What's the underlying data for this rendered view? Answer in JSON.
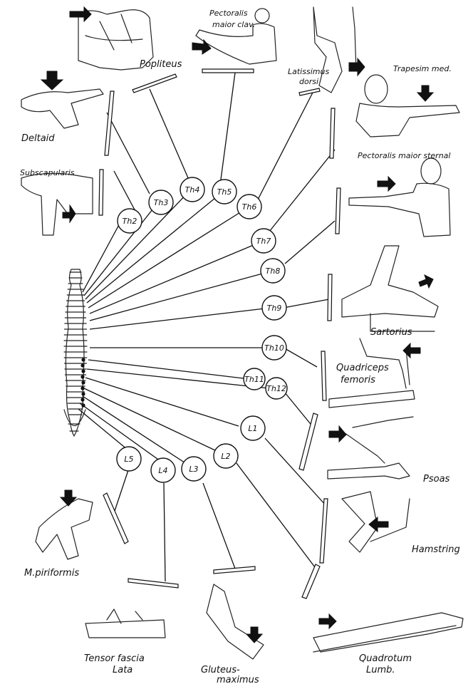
{
  "segments": {
    "th2": "Th2",
    "th3": "Th3",
    "th4": "Th4",
    "th5": "Th5",
    "th6": "Th6",
    "th7": "Th7",
    "th8": "Th8",
    "th9": "Th9",
    "th10": "Th10",
    "th11": "Th11",
    "th12": "Th12",
    "l1": "L1",
    "l2": "L2",
    "l3": "L3",
    "l4": "L4",
    "l5": "L5"
  },
  "muscles": {
    "popliteus": "Popliteus",
    "pectoralis_clav_1": "Pectoralis",
    "pectoralis_clav_2": "maior clav.",
    "latissimus_1": "Latissimus",
    "latissimus_2": "dorsi",
    "trapezius": "Trapesim med.",
    "deltoid": "Deltaid",
    "subscapularis": "Subscapularis",
    "pectoralis_sternal": "Pectoralis maior sternal",
    "sartorius": "Sartorius",
    "quadriceps_1": "Quadriceps",
    "quadriceps_2": "femoris",
    "psoas": "Psoas",
    "hamstring": "Hamstring",
    "piriformis": "M.piriformis",
    "tensor_1": "Tensor fascia",
    "tensor_2": "Lata",
    "gluteus_1": "Gluteus-",
    "gluteus_2": "maximus",
    "quadratum_1": "Quadrotum",
    "quadratum_2": "Lumb."
  },
  "icons": {
    "pressure_arrow": "black-block-arrow-icon",
    "spine": "spine-icon"
  }
}
